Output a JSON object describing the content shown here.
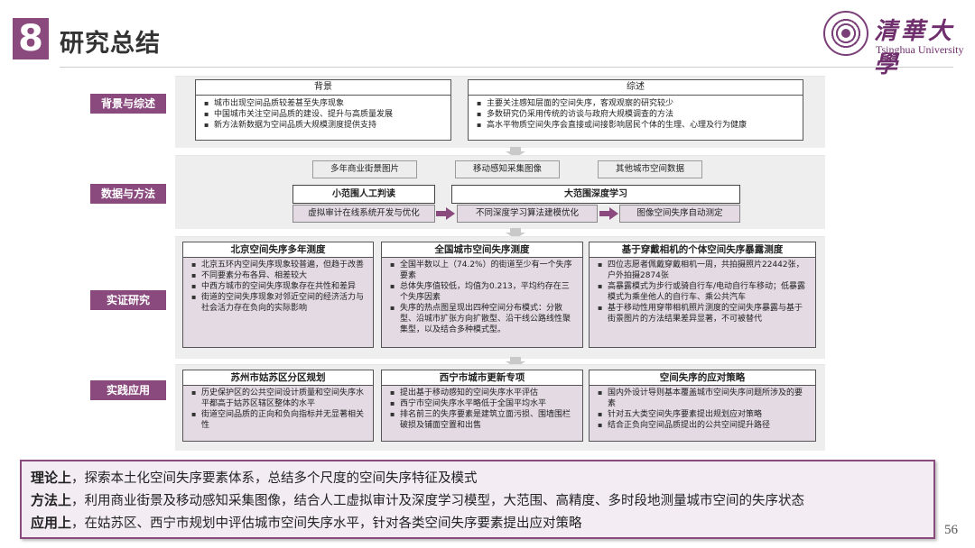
{
  "header": {
    "section_number": "8",
    "title": "研究总结",
    "logo_cn": "清華大學",
    "logo_en": "Tsinghua University"
  },
  "rows": {
    "background": {
      "label": "背景与综述",
      "left_box": {
        "title": "背景",
        "items": [
          "城市出现空间品质较差甚至失序现象",
          "中国城市关注空间品质的建设、提升与高质量发展",
          "新方法新数据为空间品质大规模测度提供支持"
        ]
      },
      "right_box": {
        "title": "综述",
        "items": [
          "主要关注感知层面的空间失序，客观观察的研究较少",
          "多数研究仍采用传统的访谈与政府大规模调查的方法",
          "高水平物质空间失序会直接或间接影响居民个体的生理、心理及行为健康"
        ]
      }
    },
    "data": {
      "label": "数据与方法",
      "tags": [
        "多年商业街景图片",
        "移动感知采集图像",
        "其他城市空间数据"
      ],
      "small_title": "小范围人工判读",
      "large_title": "大范围深度学习",
      "step1": "虚拟审计在线系统开发与优化",
      "step2": "不同深度学习算法建模优化",
      "step3": "图像空间失序自动测定"
    },
    "empirical": {
      "label": "实证研究",
      "boxes": [
        {
          "title": "北京空间失序多年测度",
          "items": [
            "北京五环内空间失序现象较普遍，但趋于改善",
            "不同要素分布各异、相差较大",
            "中西方城市的空间失序现象存在共性和差异",
            "街道的空间失序现象对邻近空间的经济活力与社会活力存在负向的实际影响"
          ]
        },
        {
          "title": "全国城市空间失序测度",
          "items": [
            "全国半数以上（74.2%）的街道至少有一个失序要素",
            "总体失序值较低，均值为0.213，平均约存在三个失序因素",
            "失序的热点图呈现出四种空间分布模式：分散型、沿城市扩张方向扩散型、沿干线公路线性聚集型，以及结合多种模式型。"
          ]
        },
        {
          "title": "基于穿戴相机的个体空间失序暴露测度",
          "items": [
            "四位志愿者佩戴穿戴相机一周，共拍摄照片22442张，户外拍摄2874张",
            "高暴露模式为步行或骑自行车/电动自行车移动；低暴露模式为乘坐他人的自行车、乘公共汽车",
            "基于移动性用穿带相机照片测度的空间失序暴露与基于街景图片的方法结果差异显著，不可被替代"
          ]
        }
      ]
    },
    "practice": {
      "label": "实践应用",
      "boxes": [
        {
          "title": "苏州市姑苏区分区规划",
          "items": [
            "历史保护区的公共空间设计质量和空间失序水平都高于姑苏区辖区整体的水平",
            "街道空间品质的正向和负向指标并无显著相关性"
          ]
        },
        {
          "title": "西宁市城市更新专项",
          "items": [
            "提出基于移动感知的空间失序水平评估",
            "西宁市空间失序水平略低于全国平均水平",
            "排名前三的失序要素是建筑立面污损、围墙围栏破损及铺面空置和出售"
          ]
        },
        {
          "title": "空间失序的应对策略",
          "items": [
            "国内外设计导则基本覆盖城市空间失序问题所涉及的要素",
            "针对五大类空间失序要素提出规划应对策略",
            "结合正负向空间品质提出的公共空间提升路径"
          ]
        }
      ]
    }
  },
  "summary": [
    {
      "lead": "理论上",
      "text": "，探索本土化空间失序要素体系，总结多个尺度的空间失序特征及模式"
    },
    {
      "lead": "方法上",
      "text": "，利用商业街景及移动感知采集图像，结合人工虚拟审计及深度学习模型，大范围、高精度、多时段地测量城市空间的失序状态"
    },
    {
      "lead": "应用上",
      "text": "，在姑苏区、西宁市规划中评估城市空间失序水平，针对各类空间失序要素提出应对策略"
    }
  ],
  "page_number": "56",
  "colors": {
    "accent": "#8a4a7e",
    "box_fill": "#e3dae3",
    "band": "#e8e8e8",
    "summary_bg": "#f3ecf3"
  }
}
